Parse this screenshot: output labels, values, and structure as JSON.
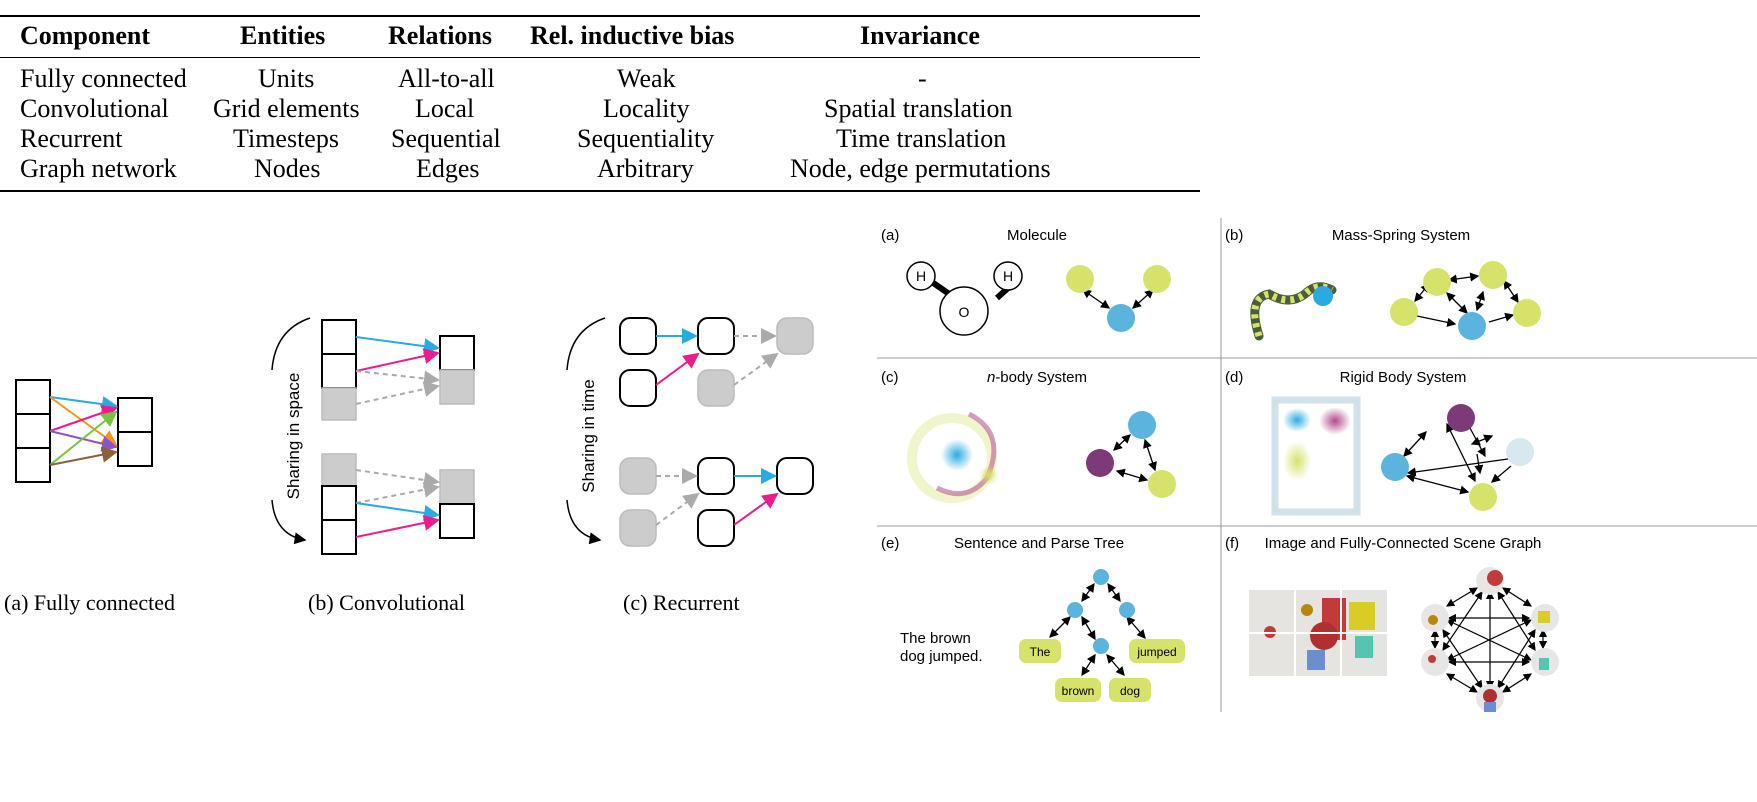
{
  "table": {
    "headers": [
      "Component",
      "Entities",
      "Relations",
      "Rel. inductive bias",
      "Invariance"
    ],
    "rows": [
      [
        "Fully connected",
        "Units",
        "All-to-all",
        "Weak",
        "-"
      ],
      [
        "Convolutional",
        "Grid elements",
        "Local",
        "Locality",
        "Spatial translation"
      ],
      [
        "Recurrent",
        "Timesteps",
        "Sequential",
        "Sequentiality",
        "Time translation"
      ],
      [
        "Graph network",
        "Nodes",
        "Edges",
        "Arbitrary",
        "Node, edge permutations"
      ]
    ]
  },
  "diagrams": {
    "fc_caption": "(a) Fully connected",
    "conv_caption": "(b) Convolutional",
    "rec_caption": "(c) Recurrent",
    "conv_side": "Sharing in space",
    "rec_side": "Sharing in time"
  },
  "panels": {
    "a": {
      "label": "(a)",
      "title": "Molecule",
      "atoms": [
        "H",
        "O",
        "H"
      ]
    },
    "b": {
      "label": "(b)",
      "title": "Mass-Spring System"
    },
    "c": {
      "label": "(c)",
      "title_italic": "n",
      "title": "-body System"
    },
    "d": {
      "label": "(d)",
      "title": "Rigid Body System"
    },
    "e": {
      "label": "(e)",
      "title": "Sentence and Parse Tree",
      "sentence_line1": "The brown",
      "sentence_line2": "dog jumped.",
      "words": [
        "The",
        "jumped",
        "brown",
        "dog"
      ]
    },
    "f": {
      "label": "(f)",
      "title": "Image and Fully-Connected Scene Graph"
    }
  },
  "colors": {
    "blue": "#29abe2",
    "magenta": "#ec1c8c",
    "orange": "#f7931e",
    "purple": "#8f54c7",
    "green": "#7bc143",
    "brown": "#8c6239",
    "node_blue": "#5ab4de",
    "node_yellow": "#d6e26a",
    "node_purple": "#7c3a78",
    "node_pale": "#d6e8f0",
    "gray": "#cccccc"
  }
}
